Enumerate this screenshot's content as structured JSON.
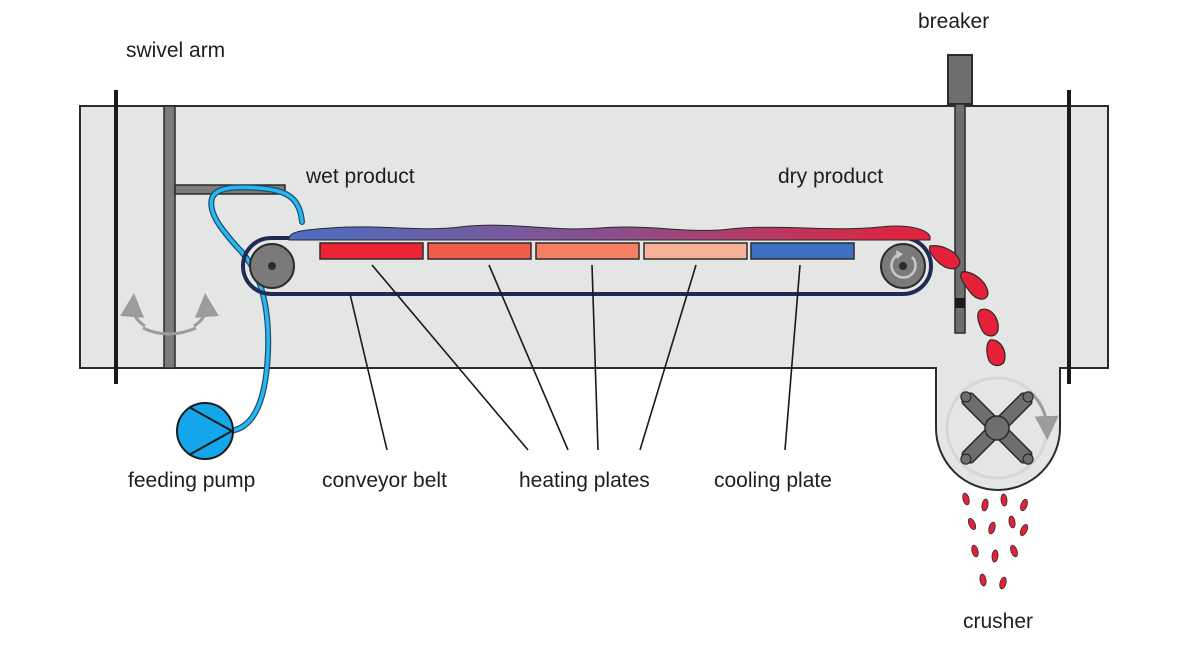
{
  "labels": {
    "swivel_arm": "swivel arm",
    "breaker": "breaker",
    "wet_product": "wet product",
    "dry_product": "dry product",
    "feeding_pump": "feeding pump",
    "conveyor_belt": "conveyor belt",
    "heating_plates": "heating plates",
    "cooling_plate": "cooling plate",
    "crusher": "crusher"
  },
  "colors": {
    "chamber_fill": "#e4e5e5",
    "outline": "#2b2b2b",
    "belt": "#1f2a55",
    "roller": "#7a7a7a",
    "feed_line": "#29b7ef",
    "pump": "#13a6ea",
    "heating_plate_1": "#ec2436",
    "heating_plate_2": "#f05a48",
    "heating_plate_3": "#f57f63",
    "heating_plate_4": "#f8b298",
    "cooling_plate": "#3d6fc4",
    "wet_product": "#4b6ec2",
    "dry_product": "#e5213a",
    "arrow_grey": "#9c9c9c"
  }
}
